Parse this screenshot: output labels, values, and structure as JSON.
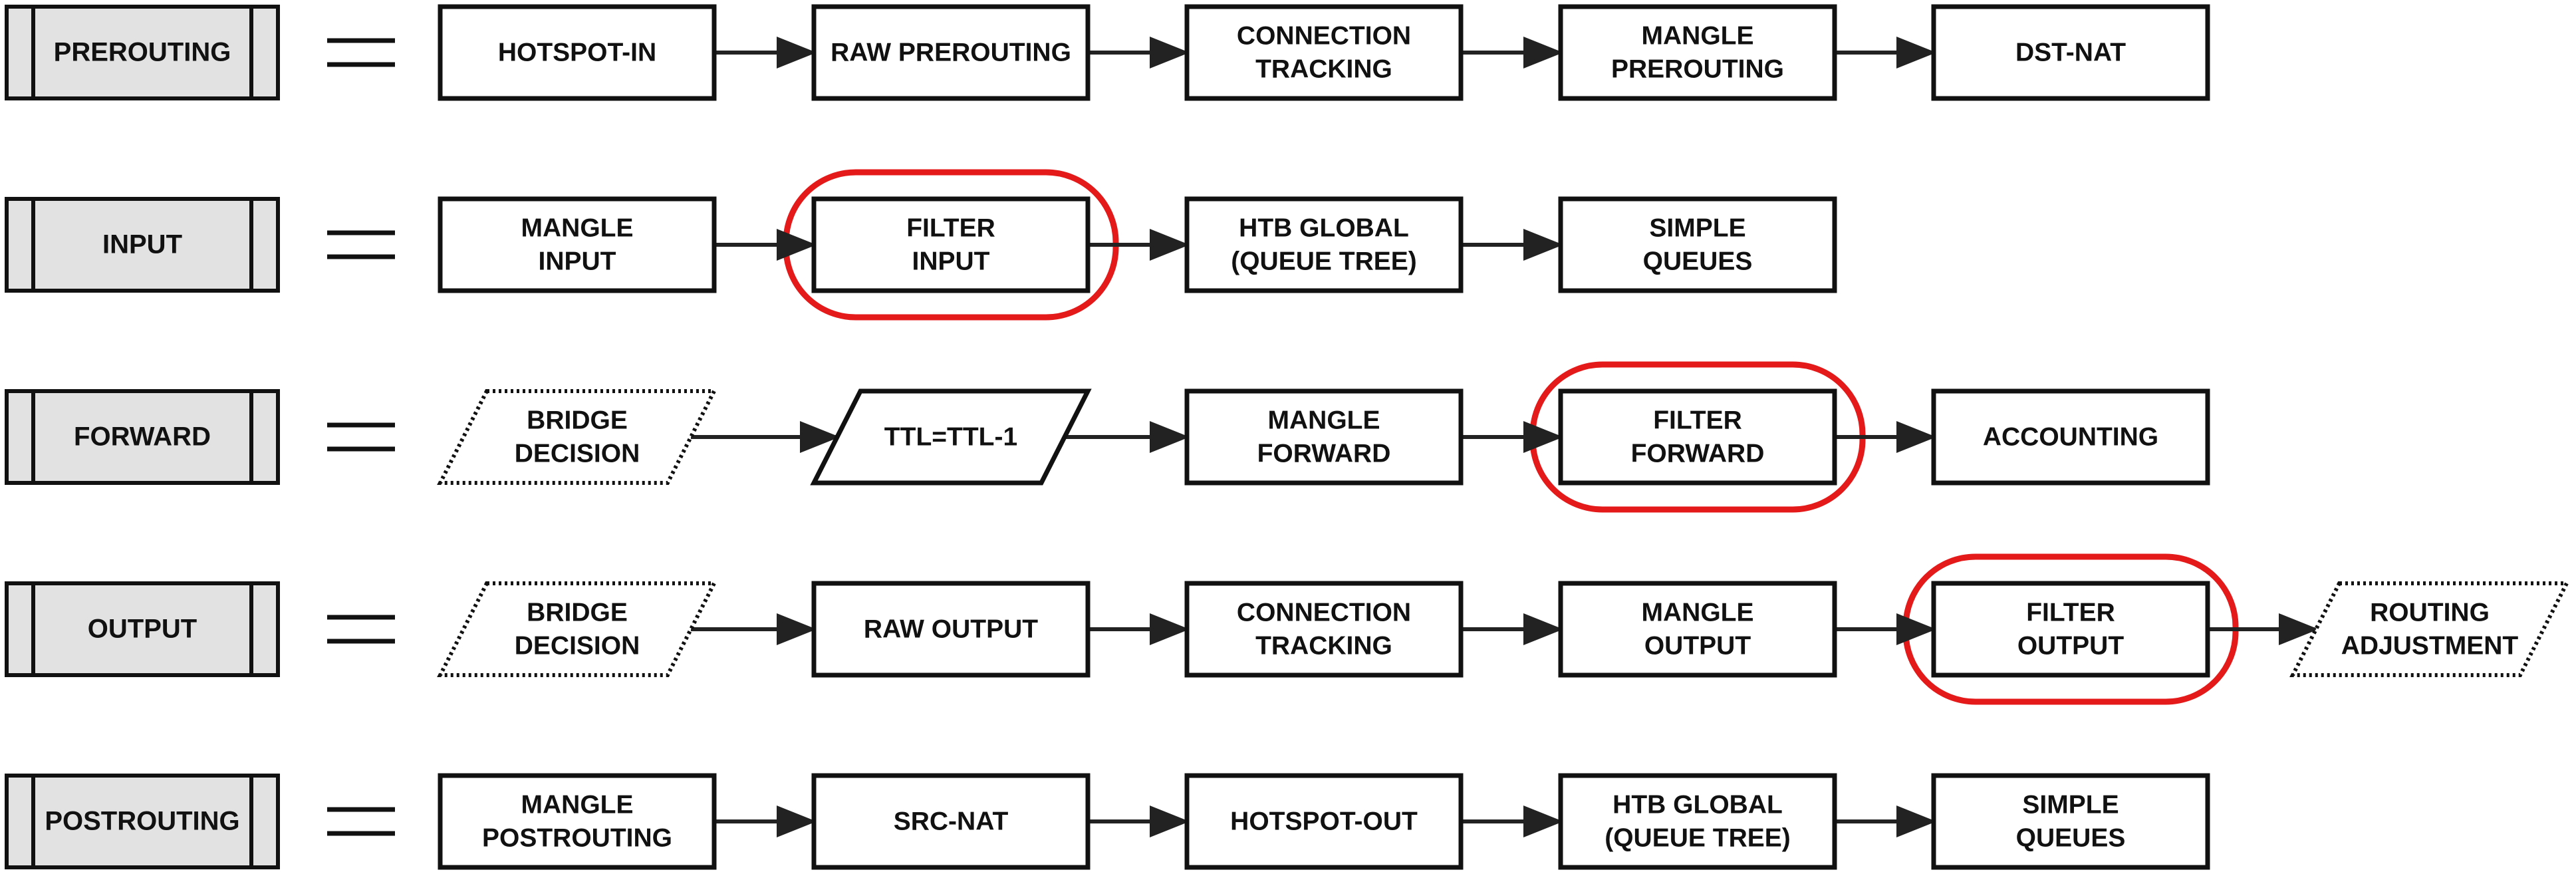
{
  "chains": [
    {
      "label": "PREROUTING",
      "steps": [
        {
          "lines": [
            "HOTSPOT-IN"
          ],
          "shape": "box"
        },
        {
          "lines": [
            "RAW PREROUTING"
          ],
          "shape": "box"
        },
        {
          "lines": [
            "CONNECTION",
            "TRACKING"
          ],
          "shape": "box"
        },
        {
          "lines": [
            "MANGLE",
            "PREROUTING"
          ],
          "shape": "box"
        },
        {
          "lines": [
            "DST-NAT"
          ],
          "shape": "box"
        }
      ]
    },
    {
      "label": "INPUT",
      "steps": [
        {
          "lines": [
            "MANGLE",
            "INPUT"
          ],
          "shape": "box"
        },
        {
          "lines": [
            "FILTER",
            "INPUT"
          ],
          "shape": "box",
          "highlighted": true
        },
        {
          "lines": [
            "HTB GLOBAL",
            "(QUEUE TREE)"
          ],
          "shape": "box"
        },
        {
          "lines": [
            "SIMPLE",
            "QUEUES"
          ],
          "shape": "box"
        }
      ]
    },
    {
      "label": "FORWARD",
      "steps": [
        {
          "lines": [
            "BRIDGE",
            "DECISION"
          ],
          "shape": "parallelogram-dotted"
        },
        {
          "lines": [
            "TTL=TTL-1"
          ],
          "shape": "parallelogram"
        },
        {
          "lines": [
            "MANGLE",
            "FORWARD"
          ],
          "shape": "box"
        },
        {
          "lines": [
            "FILTER",
            "FORWARD"
          ],
          "shape": "box",
          "highlighted": true
        },
        {
          "lines": [
            "ACCOUNTING"
          ],
          "shape": "box"
        }
      ]
    },
    {
      "label": "OUTPUT",
      "steps": [
        {
          "lines": [
            "BRIDGE",
            "DECISION"
          ],
          "shape": "parallelogram-dotted"
        },
        {
          "lines": [
            "RAW OUTPUT"
          ],
          "shape": "box"
        },
        {
          "lines": [
            "CONNECTION",
            "TRACKING"
          ],
          "shape": "box"
        },
        {
          "lines": [
            "MANGLE",
            "OUTPUT"
          ],
          "shape": "box"
        },
        {
          "lines": [
            "FILTER",
            "OUTPUT"
          ],
          "shape": "box",
          "highlighted": true
        },
        {
          "lines": [
            "ROUTING",
            "ADJUSTMENT"
          ],
          "shape": "parallelogram-dotted"
        }
      ]
    },
    {
      "label": "POSTROUTING",
      "steps": [
        {
          "lines": [
            "MANGLE",
            "POSTROUTING"
          ],
          "shape": "box"
        },
        {
          "lines": [
            "SRC-NAT"
          ],
          "shape": "box"
        },
        {
          "lines": [
            "HOTSPOT-OUT"
          ],
          "shape": "box"
        },
        {
          "lines": [
            "HTB GLOBAL",
            "(QUEUE TREE)"
          ],
          "shape": "box"
        },
        {
          "lines": [
            "SIMPLE",
            "QUEUES"
          ],
          "shape": "box"
        }
      ]
    }
  ],
  "colors": {
    "stroke": "#111111",
    "chain_fill": "#e2e2e2",
    "highlight": "#e41919",
    "box_fill": "#ffffff"
  }
}
